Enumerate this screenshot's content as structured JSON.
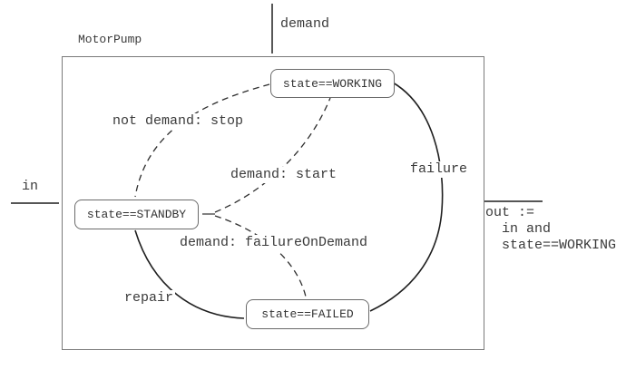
{
  "diagram": {
    "title": "MotorPump",
    "ports": {
      "demand_label": "demand",
      "in_label": "in",
      "out_expression": "out :=\n  in and\n  state==WORKING"
    },
    "states": {
      "working": {
        "label": "state==WORKING"
      },
      "standby": {
        "label": "state==STANDBY"
      },
      "failed": {
        "label": "state==FAILED"
      }
    },
    "transitions": {
      "stop": {
        "label": "not demand: stop",
        "from": "working",
        "to": "standby",
        "style": "dashed"
      },
      "start": {
        "label": "demand: start",
        "from": "standby",
        "to": "working",
        "style": "dashed"
      },
      "failureOnDemand": {
        "label": "demand: failureOnDemand",
        "from": "standby",
        "to": "failed",
        "style": "dashed"
      },
      "failure": {
        "label": "failure",
        "from": "working",
        "to": "failed",
        "style": "solid"
      },
      "repair": {
        "label": "repair",
        "from": "failed",
        "to": "standby",
        "style": "solid"
      }
    },
    "colors": {
      "line": "#1f1f1f",
      "text": "#3a3a3a",
      "node_border": "#6a6a6a",
      "background": "#ffffff"
    }
  }
}
